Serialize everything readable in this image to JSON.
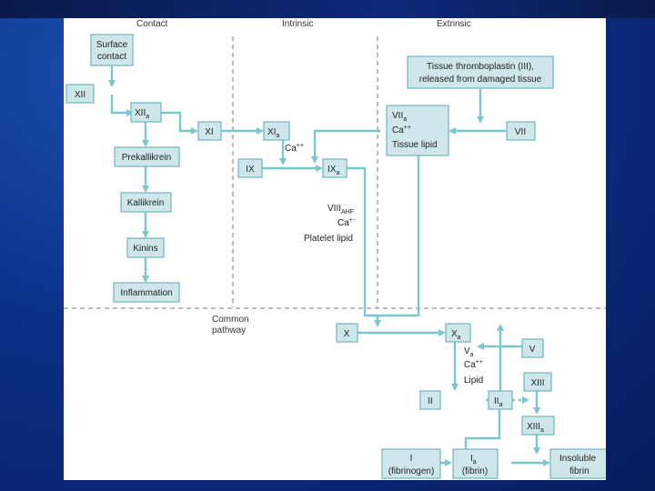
{
  "headers": {
    "contact": "Contact",
    "intrinsic": "Intrinsic",
    "extrinsic": "Extrinsic",
    "common_line1": "Common",
    "common_line2": "pathway"
  },
  "nodes": {
    "surface_contact_1": "Surface",
    "surface_contact_2": "contact",
    "xii": "XII",
    "xiia_base": "XII",
    "xiia_sub": "a",
    "xi": "XI",
    "xia_base": "XI",
    "xia_sub": "a",
    "prekallikrein": "Prekallikrein",
    "kallikrein": "Kallikrein",
    "kinins": "Kinins",
    "inflammation": "Inflammation",
    "ix": "IX",
    "ixa_base": "IX",
    "ixa_sub": "a",
    "tissue_thromboplastin_1": "Tissue thromboplastin (III),",
    "tissue_thromboplastin_2": "released from damaged tissue",
    "viia_base": "VII",
    "viia_sub": "a",
    "viia_ca": "Ca",
    "viia_ca_sup": "++",
    "viia_lipid": "Tissue lipid",
    "vii": "VII",
    "x": "X",
    "xa_base": "X",
    "xa_sub": "a",
    "v": "V",
    "xiii": "XIII",
    "ii": "II",
    "iia_base": "II",
    "iia_sub": "a",
    "xiiia_base": "XIII",
    "xiiia_sub": "a",
    "fibrinogen_1": "I",
    "fibrinogen_2": "(fibrinogen)",
    "fibrin_base": "I",
    "fibrin_sub": "a",
    "fibrin_2": "(fibrin)",
    "insoluble_1": "Insoluble",
    "insoluble_2": "fibrin"
  },
  "cofactors": {
    "ca_ix": "Ca",
    "ca_ix_sup": "++",
    "viii_base": "VIII",
    "viii_sub": "AHF",
    "viii_ca": "Ca",
    "viii_ca_sup": "+-",
    "platelet_lipid": "Platelet lipid",
    "va_base": "V",
    "va_sub": "a",
    "va_ca": "Ca",
    "va_ca_sup": "++",
    "va_lipid": "Lipid"
  },
  "colors": {
    "box_fill": "#cfe7ea",
    "box_stroke": "#6fb6bd",
    "arrow": "#7cc7c9",
    "background": "#0b2f86"
  }
}
